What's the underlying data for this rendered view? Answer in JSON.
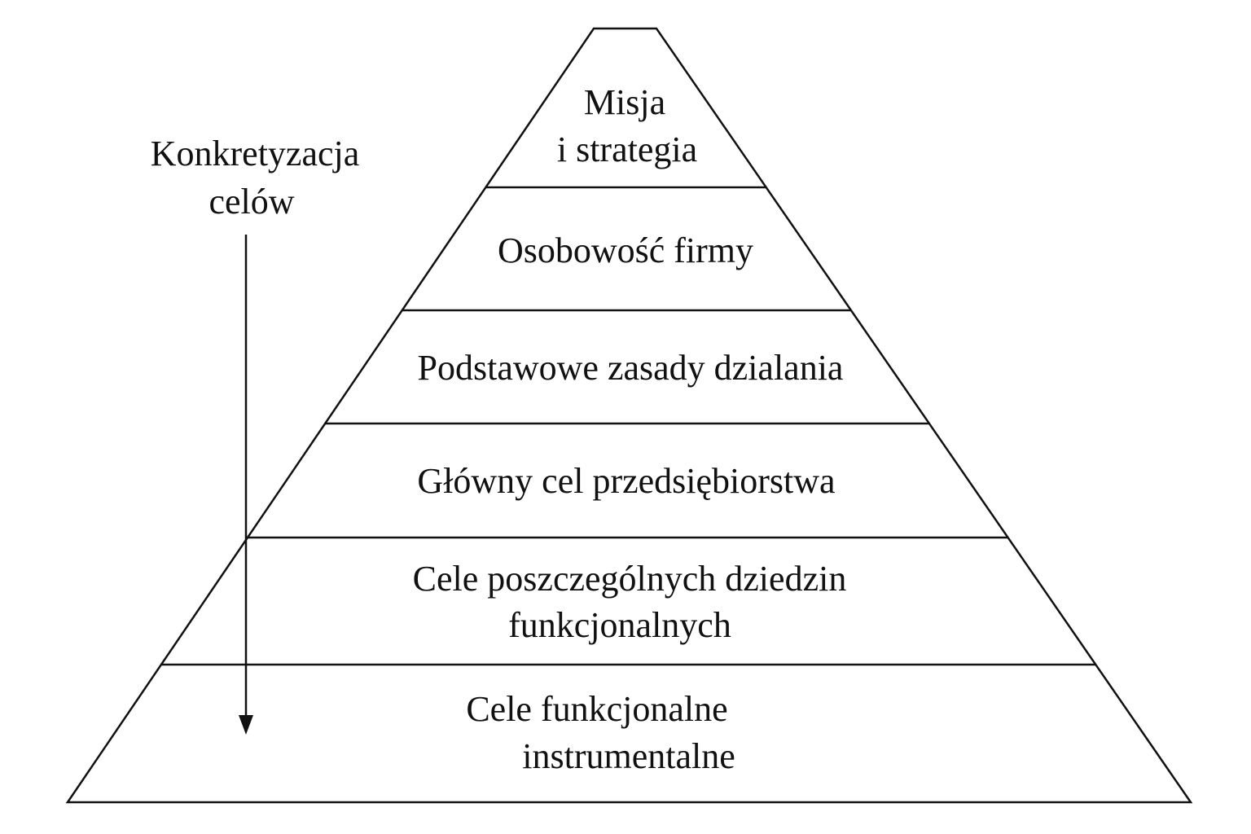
{
  "diagram": {
    "levels": [
      {
        "lines": [
          "Misja",
          "i strategia"
        ]
      },
      {
        "lines": [
          "Osobowość firmy"
        ]
      },
      {
        "lines": [
          "Podstawowe zasady dzialania"
        ]
      },
      {
        "lines": [
          "Główny cel przedsiębiorstwa"
        ]
      },
      {
        "lines": [
          "Cele poszczególnych dziedzin",
          "funkcjonalnych"
        ]
      },
      {
        "lines": [
          "Cele funkcjonalne",
          "instrumentalne"
        ]
      }
    ],
    "side_label": {
      "lines": [
        "Konkretyzacja",
        "celów"
      ]
    },
    "line_color": "#111111"
  }
}
